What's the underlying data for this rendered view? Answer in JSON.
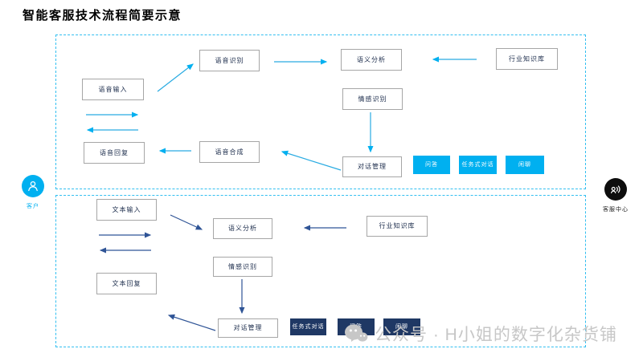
{
  "title": "智能客服技术流程简要示意",
  "colors": {
    "cyan_accent": "#00B0F0",
    "navy_accent": "#1F3864",
    "navy_arrow": "#2F5496",
    "panel_dash": "#33BFF0",
    "node_border": "#A6A6A6",
    "watermark_gray": "#C7C7C7"
  },
  "voice_section": {
    "nodes": {
      "voice_input": "语音输入",
      "speech_recognition": "语音识别",
      "semantic_analysis": "语义分析",
      "industry_knowledge_base": "行业知识库",
      "emotion_recognition": "情感识别",
      "speech_synthesis": "语音合成",
      "voice_reply": "语音回复",
      "dialog_management": "对话管理"
    },
    "chips": [
      "问答",
      "任务式对话",
      "闲聊"
    ]
  },
  "text_section": {
    "nodes": {
      "text_input": "文本输入",
      "semantic_analysis": "语义分析",
      "industry_knowledge_base": "行业知识库",
      "emotion_recognition": "情感识别",
      "text_reply": "文本回复",
      "dialog_management": "对话管理"
    },
    "chips": [
      "任务式对话",
      "问答",
      "闲聊"
    ]
  },
  "actors": {
    "left": {
      "label": "客户",
      "icon": "customer-person-icon"
    },
    "right": {
      "label": "客服中心",
      "icon": "agent-speaking-icon"
    }
  },
  "watermark": {
    "icon": "wechat-bubbles-icon",
    "text": "公众号 · H小姐的数字化杂货铺"
  }
}
